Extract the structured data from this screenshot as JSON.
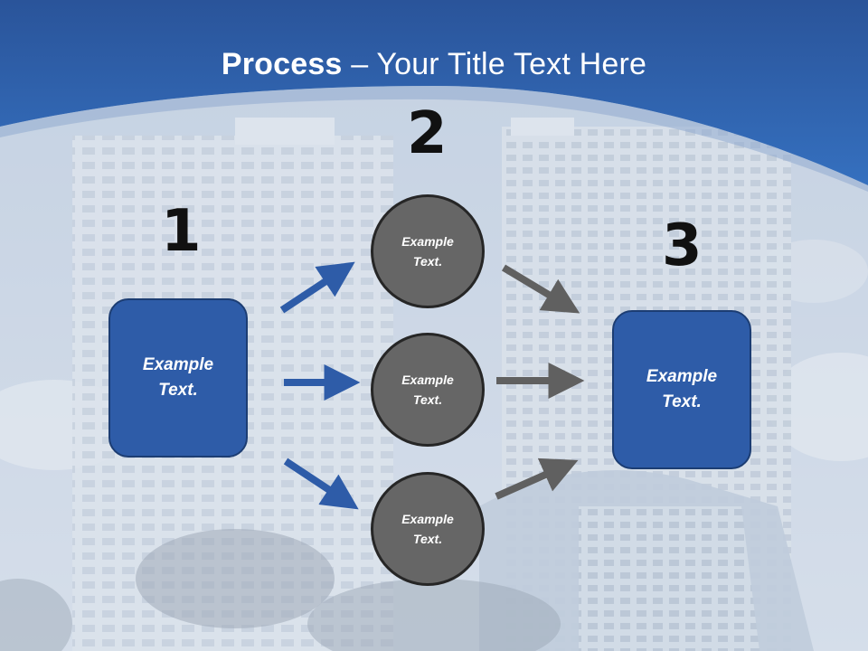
{
  "title": {
    "bold": "Process",
    "rest": " – Your Title Text Here"
  },
  "steps": [
    {
      "number": "1",
      "text": "Example Text."
    },
    {
      "number": "2"
    },
    {
      "number": "3",
      "text": "Example Text."
    }
  ],
  "circles": [
    {
      "text": "Example Text."
    },
    {
      "text": "Example Text."
    },
    {
      "text": "Example Text."
    }
  ],
  "colors": {
    "header_blue": "#2e63b0",
    "box_blue": "#2e5ca8",
    "blue_arrow": "#2e5ca8",
    "gray_arrow": "#606060",
    "circle_fill": "#666666"
  }
}
